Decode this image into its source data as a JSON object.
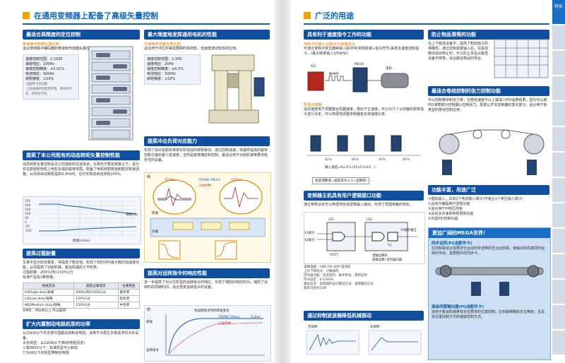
{
  "left": {
    "header": "在通用变频器上配备了高级矢量控制",
    "s1": {
      "title": "最适合高精度的定位控制",
      "subtitle": "带速度传感器矢量控制",
      "desc": "适合使用脉冲编码器的带速度传感器矢量控制应用。",
      "specs": [
        "速度控制范围：1:1500",
        "速度响应：100Hz",
        "速度控制精度：±0.01%",
        "电流响应：500Hz",
        "转矩精度：±10%"
      ],
      "notes": [
        "·选配件卡的功能",
        "·上述规格将因使用环境、条件的不同，有时达不到。"
      ]
    },
    "s2": {
      "title": "最大限度地发挥通用电机的性能",
      "subtitle": "无速度传感器矢量控制",
      "desc": "适合用于冲压机等需要瞬时高转矩，但速度波动较低的应用。",
      "specs": [
        "速度控制范围：1:200",
        "速度响应：20Hz",
        "速度控制精度：±0.5%",
        "电流响应：500Hz",
        "转矩精度：±10%"
      ]
    },
    "s3": {
      "title": "提高了本公司既有的动态转矩矢量控制性能",
      "desc": "动态转矩矢量控制是本公司独有的先进技术，在相当于额定频率以下，其分布在数转矩电机上电机负载的载荷范围，配备了电机转数数值和额定转速调整，从而将启动转矩提高0.3Hz时，也可实现高启动转矩200%。",
      "ylabel": "转矩(%)",
      "xlabel": "转速(r/min)",
      "yticks": [
        "250",
        "200",
        "150",
        "100",
        "50",
        "0",
        "-50",
        "-100",
        "-150"
      ]
    },
    "s4": {
      "title": "提高过载耐量",
      "desc": "写真中显示的负载率，将提高了额定值，实现了短时间内最大额的加减速功能，从而提高了切削机械，搬运机械的工作效率。",
      "rating": "过载耐量：200%3秒/150%1分",
      "note": "标准产品有2种规格。",
      "table_headers": [
        "规格区别",
        "额定过载电流",
        "主要用途"
      ],
      "table_rows": [
        [
          "HD(high duty)规格",
          "200%3秒/150%1分",
          "重负荷"
        ],
        [
          "LD(Low duty)规格",
          "120%1分",
          "轻负荷"
        ],
        [
          "MD(Medium duty)规格",
          "150%1分",
          "中负荷"
        ]
      ],
      "footnote": "※MD：45kW以上可以提供"
    },
    "s5": {
      "title": "扩大内置制动电路机型的功率",
      "desc": "从22kW以下的全部中国都具有制动电阻，适用于对再生负载需求较大的设备。",
      "lines": [
        "大负荷型：从22kW以下(制动电阻另选)",
        "三相380V以下：标准机型可以制动",
        "7.5kW以下的机型带制动电阻"
      ]
    },
    "s6": {
      "title": "提高冲击负荷对应能力",
      "desc": "实现了由对急剧负荷变化所造成的转矩跳动，通过控制减速，将最终提高的最快控制方面的最小变速度，当然是能够捕捉和控制，最适合用于切削机械等要求稳定性的设备。",
      "chart_labels": [
        "例",
        "150ms",
        "FRENIC-MEGA",
        "以往机种",
        "转速",
        "负载"
      ]
    },
    "s7": {
      "title": "提高对运转指令的响应性能",
      "desc": "进一步提高了对以往机型的运转指令的响应，实现了缩短的响应时间。缩短了运转时的周期时间，适合重复运转指令的设备。",
      "chart_labels": [
        "例",
        "有运转指令时的转速变化",
        "FRENIC-Mega",
        "以往机种",
        "5.2ms",
        "运转指令",
        "转速"
      ]
    }
  },
  "right": {
    "header": "广泛的用途",
    "r1": {
      "title": "具有利于速度指令工作的功能",
      "subtitle": "用脉冲列输入功能作为速度指令",
      "desc": "可通过将脉冲发生器等输入脉冲列(常规转速+指令符号)来发出速度控制指令。(最大频率输入100kHz)",
      "labels": [
        "PLC",
        "MEGA",
        "电机",
        "脉冲列"
      ],
      "subtitle2": "配置运算器",
      "desc2": "运动速度用于调整整台机器速度，相对于主速度，可以对几个从动轴的频率指令进行设定，可以简便地调整变频器各负荷速度比率。",
      "speeds": [
        "82%",
        "80%",
        "90%",
        "80%"
      ],
      "formula": "输入速度=N×(F1×F2×F3×F4...)",
      "formula2": "速度调整值=速度指令×(1+运算值)"
    },
    "r2": {
      "title": "防止物品滑落的功能",
      "desc": "在上下搬送设备中，提高了制动指令的准确性，通过控制装置输入后，在驱动制动运动停止时，可以防止货品从搬送设备中掉落，适合搬运物品的场合。"
    },
    "r3": {
      "title": "最适合卷绕控制的张力控制功能",
      "desc": "可以控制卷绕和张力等，在卷绕速度中以上或减少PID运算结果，因为可以用PID演算部分控制器以控制张力，配置以开关控制器的基本部分，适合用于各类型的卷绕控制应用。"
    },
    "r4": {
      "title": "变频器主机具有用户逻辑接口功能",
      "desc": "通过参数设定可以简便地完成逻辑输入输出，实现了周围电路的简化。",
      "labels": [
        "X1端子",
        "X2端子",
        "LE1",
        "LE2",
        "[FDT]",
        "Y1端子输出",
        "0.J",
        "逻辑运算部",
        "逻辑运算+定时器功能"
      ],
      "specs": [
        "逻辑电路：AND·OR·XOR·电流值",
        "上升下降指令、计数器等",
        "定时器功能：延迟延时、脉冲单位、累积延时",
        "时间设定：0.0-600s",
        "输出信号：变频器的运行输出信号、逻辑输出信号",
        "最多可组合10步"
      ]
    },
    "r5": {
      "title": "通过抑制波波器降低机械振动",
      "labels": [
        "无抑制",
        "有抑制"
      ]
    },
    "r6": {
      "title": "功能丰富，用途广泛",
      "items": [
        "①模拟输入，具有2个电流输入端子(可组合1个电压输入端子)",
        "②具有可编程用户逻辑功能",
        "③适合用于PI电压控制",
        "④具有多步速和转矩限制功能",
        "⑤内置PID控制功能"
      ]
    },
    "r7": {
      "title": "更加广阔的MEGA世界！",
      "sub1": "同步运转(PG选配件卡)",
      "desc1": "在控制最适合需要定位运动的传送带的圣台运转等，使输出的机械同时运转的传动，需要额外的同步卡。",
      "sub2": "高级伺服输出器(PG选配件卡)",
      "desc2": "适用于搬运机械等有定位要求的位置控制，达到最精确的定位精度，且具有位置控制方式和速度控制方式。"
    }
  },
  "tabs": {
    "active": "特长"
  },
  "colors": {
    "primary": "#0f4f9e",
    "accent": "#f2a300",
    "orange_text": "#e07a00",
    "light_bg": "#eef3fa"
  }
}
